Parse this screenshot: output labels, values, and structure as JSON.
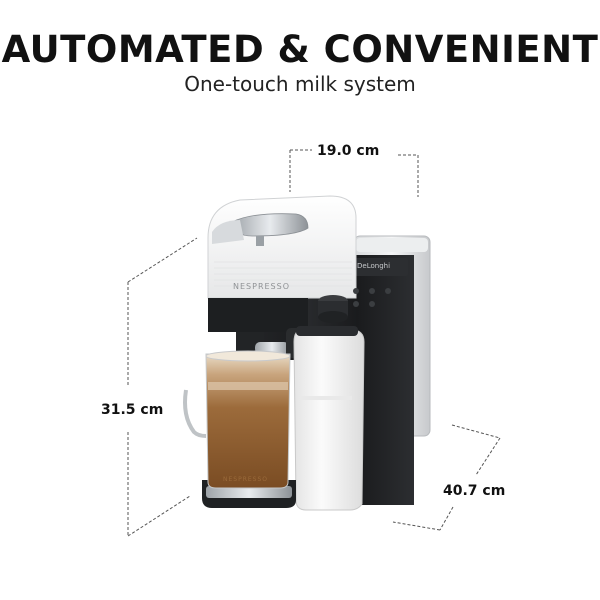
{
  "header": {
    "title": "AUTOMATED & CONVENIENT",
    "subtitle": "One-touch milk system"
  },
  "dimensions": {
    "width": "19.0 cm",
    "height": "31.5 cm",
    "depth": "40.7 cm"
  },
  "product": {
    "brand_mark": "NESPRESSO",
    "drip_tray_mark": "NESPRESSO",
    "machine_brand_mark": "DeLonghi",
    "colors": {
      "body_black": "#1d1f21",
      "top_white": "#f3f3f3",
      "chrome": "#c7cbcf",
      "milk": "#f6f6f6",
      "coffee": "#9a6a3a",
      "foam": "#efe2cf"
    }
  }
}
